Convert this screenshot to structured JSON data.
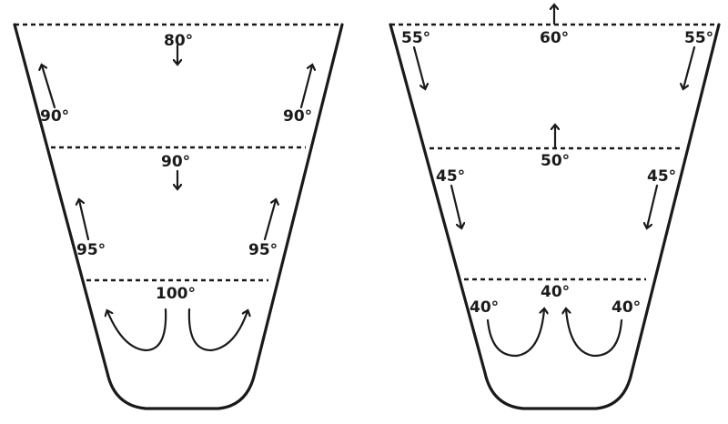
{
  "figure": {
    "description": "Two tapered vessels showing water temperature layers and convection currents",
    "left_vessel": {
      "labels": {
        "top_center": "80°",
        "upper_left": "90°",
        "upper_right": "90°",
        "middle_center": "90°",
        "lower_left": "95°",
        "lower_right": "95°",
        "bottom_center": "100°"
      }
    },
    "right_vessel": {
      "labels": {
        "top_left": "55°",
        "top_center": "60°",
        "top_right": "55°",
        "middle_center": "50°",
        "middle_left": "45°",
        "middle_right": "45°",
        "bottom_left": "40°",
        "bottom_center": "40°",
        "bottom_right": "40°"
      }
    },
    "colors": {
      "ink": "#1a1a1a",
      "paper": "#ffffff"
    }
  }
}
